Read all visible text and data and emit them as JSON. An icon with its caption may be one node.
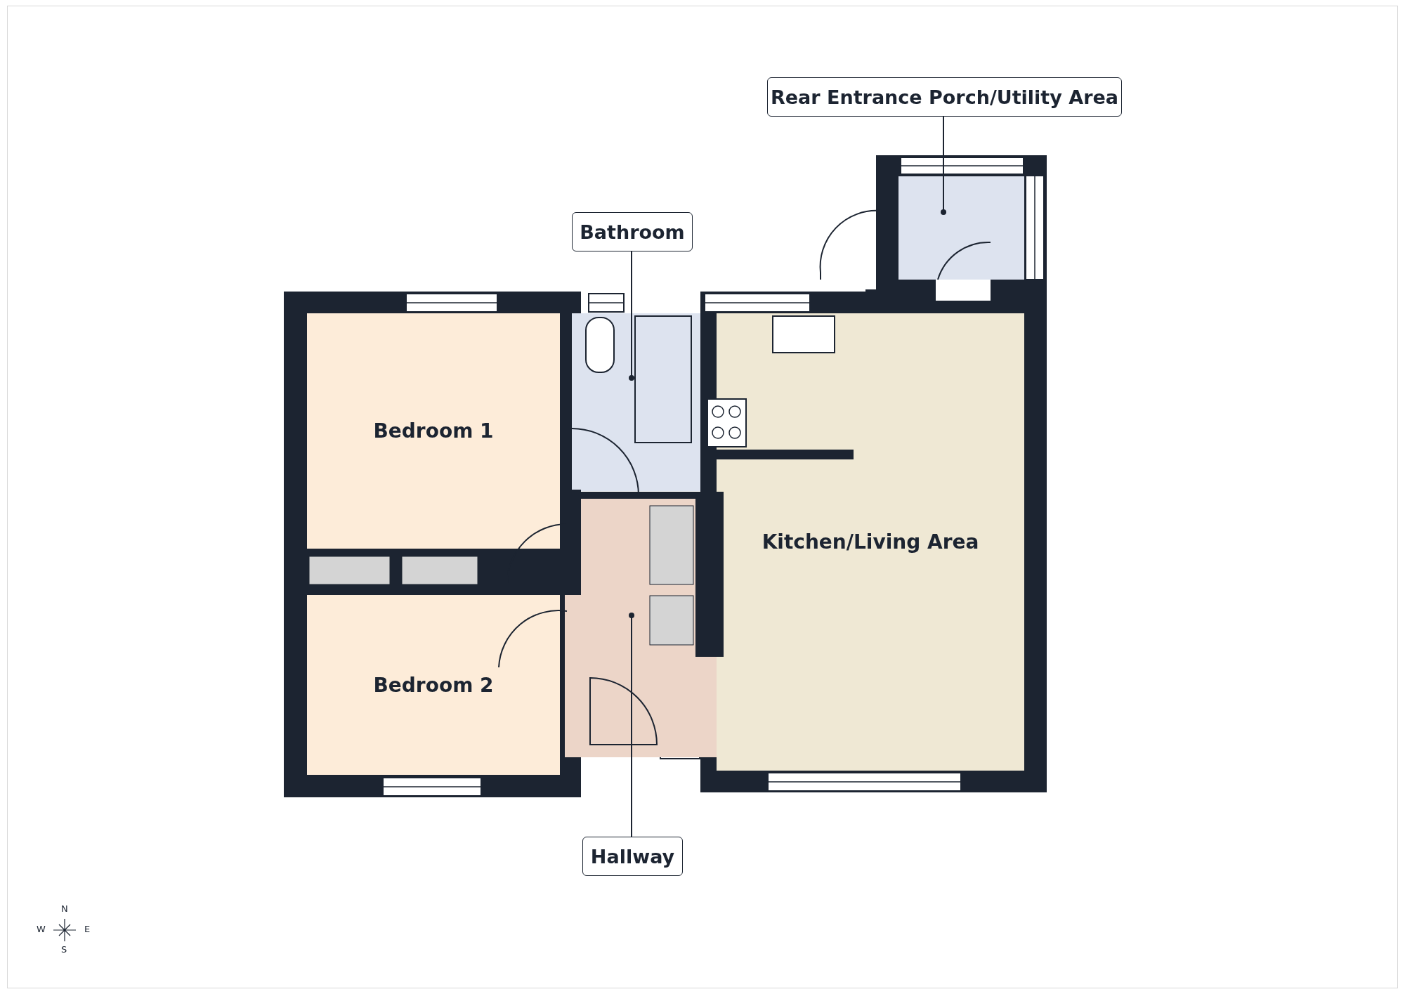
{
  "diagram": {
    "nodes": [
      {
        "text": [
          "Rear Entrance Porch/Utility Area"
        ]
      },
      {
        "text": [],
        "shape": "box"
      },
      {
        "text": [
          "Bathroom"
        ]
      },
      {
        "text": [],
        "shape": "box"
      },
      {
        "text": [
          "Bedroom 1"
        ]
      },
      {
        "text": [
          "Kitchen/Living Area"
        ]
      },
      {
        "text": [
          "Bedroom 2"
        ]
      },
      {
        "text": [],
        "shape": "box"
      },
      {
        "text": [
          "Hallway"
        ]
      }
    ],
    "edges": [
      {
        "from": 0,
        "to": 1,
        "arrow": "other"
      },
      {
        "from": 2,
        "to": 3,
        "arrow": "other"
      },
      {
        "from": 8,
        "to": 7,
        "arrow": "other"
      }
    ],
    "labels": [
      "N",
      "W",
      "E",
      "S"
    ]
  }
}
